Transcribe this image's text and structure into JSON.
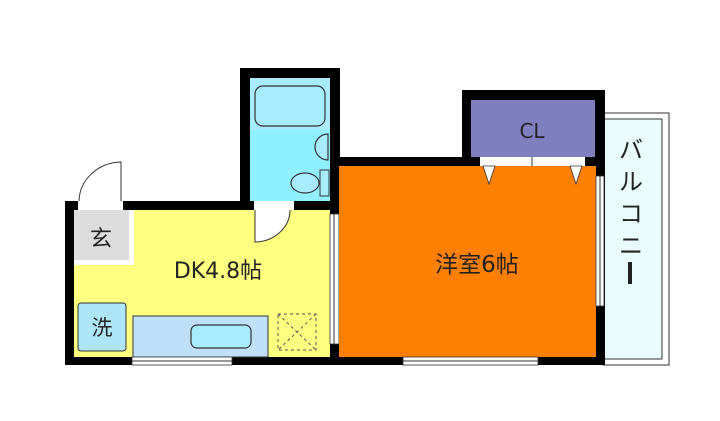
{
  "rooms": {
    "dk": {
      "label": "DK4.8帖",
      "color": "#ffff80"
    },
    "western": {
      "label": "洋室6帖",
      "color": "#ff8000"
    },
    "closet": {
      "label": "CL",
      "color": "#7f7fc0"
    },
    "balcony": {
      "chars": [
        "バ",
        "ル",
        "コ",
        "ニ",
        "ー"
      ],
      "color": "#e8fcfc"
    },
    "entrance": {
      "label": "玄",
      "color": "#dcdcdc"
    },
    "washer": {
      "label": "洗",
      "color": "#aee6f8"
    },
    "bathroom": {
      "color": "#90f0ff"
    }
  }
}
